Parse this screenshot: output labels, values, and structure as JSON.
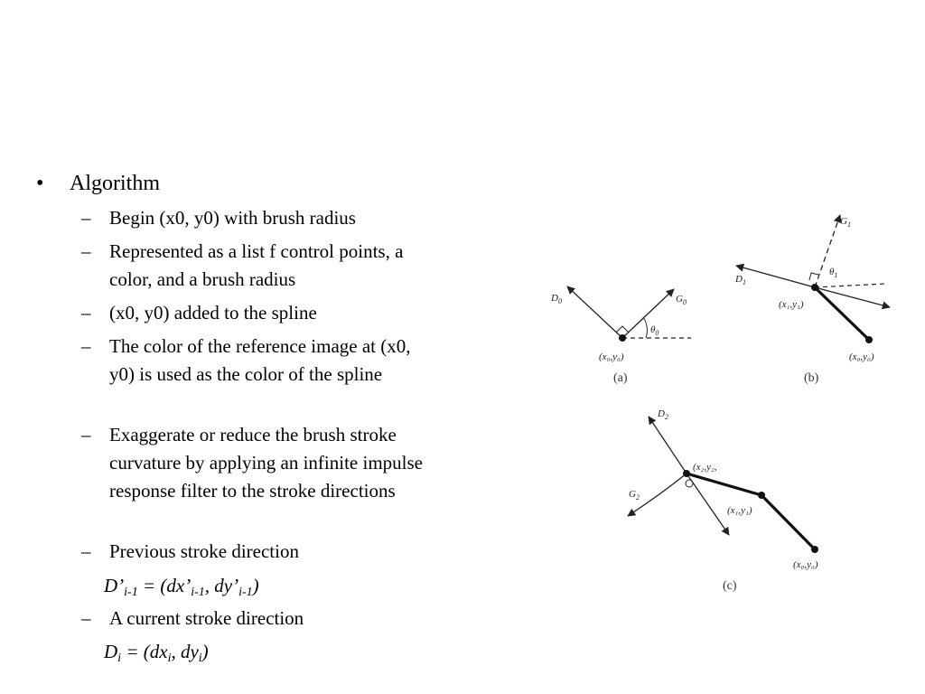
{
  "bullets": {
    "main": "Algorithm",
    "items": [
      "Begin (x0, y0) with brush radius",
      "Represented as a list f control points, a color, and a brush radius",
      "(x0, y0) added to the spline",
      "The color of the reference image at (x0, y0) is used as the color of the spline",
      "Exaggerate or reduce the brush stroke curvature by applying an infinite impulse response filter to the stroke directions",
      "Previous stroke direction",
      "A current stroke direction"
    ],
    "marker": "•",
    "dash": "–"
  },
  "formulas": {
    "prev": {
      "lhs": "D’",
      "lhs_sub": "i-1",
      "eq": " = (dx’",
      "s1": "i-1",
      "mid": ", dy’",
      "s2": "i-1",
      "end": ")"
    },
    "curr": {
      "lhs": "D",
      "lhs_sub": "i",
      "eq": " = (dx",
      "s1": "i",
      "mid": ", dy",
      "s2": "i",
      "end": ")"
    }
  },
  "figure": {
    "captions": [
      "(a)",
      "(b)",
      "(c)"
    ],
    "labels": {
      "a_D": "D",
      "a_D_sub": "0",
      "a_G": "G",
      "a_G_sub": "0",
      "a_theta": "θ",
      "a_theta_sub": "0",
      "a_point": "(x₀,y₀)",
      "b_G": "G",
      "b_G_sub": "1",
      "b_D": "D",
      "b_D_sub": "1",
      "b_theta": "θ",
      "b_theta_sub": "1",
      "b_point1": "(x₁,y₁)",
      "b_point0": "(x₀,y₀)",
      "c_D": "D",
      "c_D_sub": "2",
      "c_G": "G",
      "c_G_sub": "2",
      "c_point2": "(x₂,y₂,",
      "c_point1": "(x₁,y₁)",
      "c_point0": "(x₀,y₀)"
    }
  }
}
